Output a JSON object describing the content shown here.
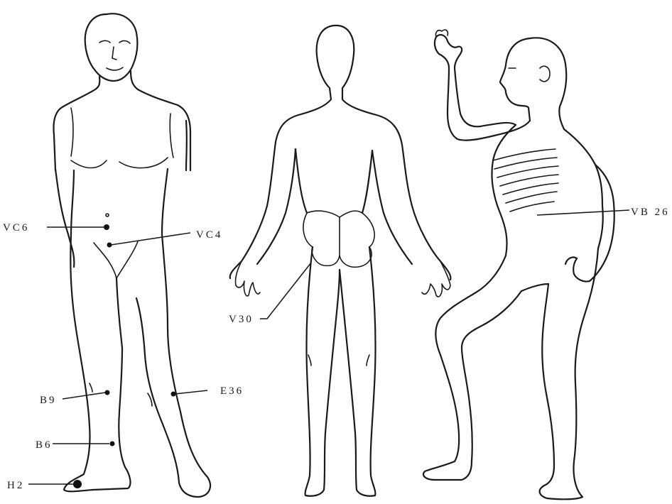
{
  "figures": [
    {
      "name": "front-view"
    },
    {
      "name": "back-view"
    },
    {
      "name": "side-view"
    }
  ],
  "points": [
    {
      "id": "vc6",
      "label": "VC6"
    },
    {
      "id": "vc4",
      "label": "VC4"
    },
    {
      "id": "b9",
      "label": "B9"
    },
    {
      "id": "e36",
      "label": "E36"
    },
    {
      "id": "b6",
      "label": "B6"
    },
    {
      "id": "h2",
      "label": "H2"
    },
    {
      "id": "v30",
      "label": "V30"
    },
    {
      "id": "vb26",
      "label": "VB 26"
    }
  ],
  "colors": {
    "line": "#1a1a1a",
    "dot": "#111111",
    "background": "#ffffff"
  }
}
